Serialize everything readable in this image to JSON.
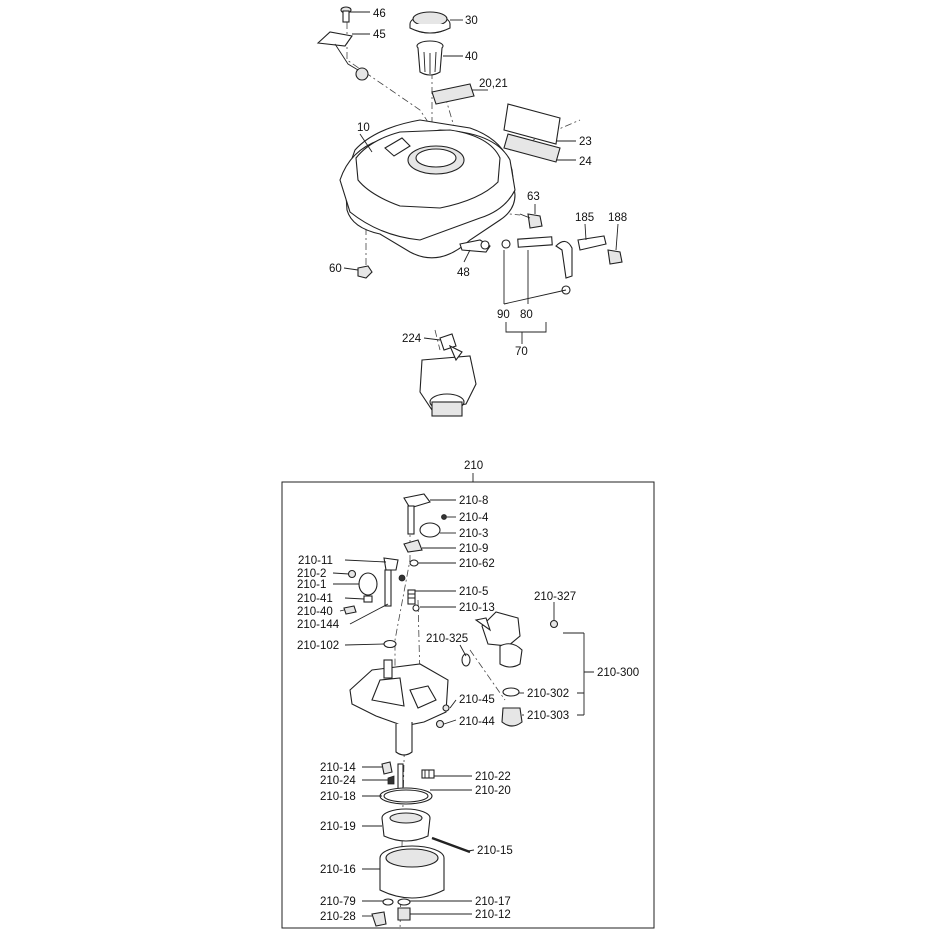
{
  "labels": {
    "p46": "46",
    "p45": "45",
    "p30": "30",
    "p40": "40",
    "p2021": "20,21",
    "p10": "10",
    "p23": "23",
    "p24": "24",
    "p63": "63",
    "p185": "185",
    "p188": "188",
    "p60": "60",
    "p48": "48",
    "p90": "90",
    "p80": "80",
    "p70": "70",
    "p224": "224",
    "p210": "210",
    "p210_8": "210-8",
    "p210_4": "210-4",
    "p210_3": "210-3",
    "p210_9": "210-9",
    "p210_11": "210-11",
    "p210_62": "210-62",
    "p210_2": "210-2",
    "p210_1": "210-1",
    "p210_5": "210-5",
    "p210_41": "210-41",
    "p210_13": "210-13",
    "p210_40": "210-40",
    "p210_327": "210-327",
    "p210_144": "210-144",
    "p210_102": "210-102",
    "p210_325": "210-325",
    "p210_300": "210-300",
    "p210_45": "210-45",
    "p210_302": "210-302",
    "p210_44": "210-44",
    "p210_303": "210-303",
    "p210_14": "210-14",
    "p210_24": "210-24",
    "p210_22": "210-22",
    "p210_18": "210-18",
    "p210_20": "210-20",
    "p210_19": "210-19",
    "p210_15": "210-15",
    "p210_16": "210-16",
    "p210_79": "210-79",
    "p210_17": "210-17",
    "p210_28": "210-28",
    "p210_12": "210-12"
  }
}
